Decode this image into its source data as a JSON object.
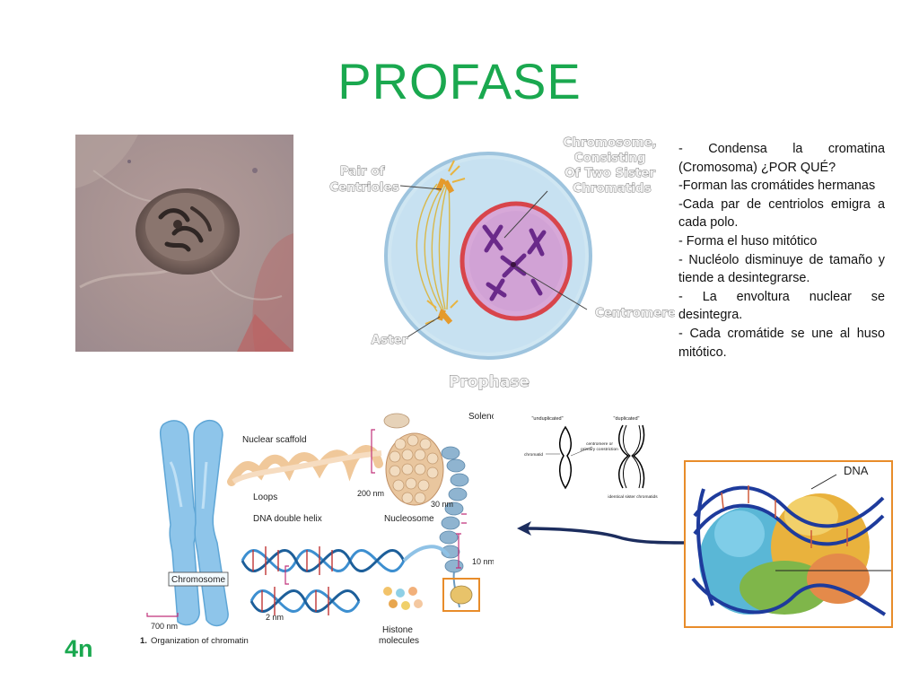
{
  "slide": {
    "title": "PROFASE",
    "ploidy": "4n"
  },
  "diagram": {
    "label_chromosome": [
      "Chromosome,",
      "Consisting",
      "Of Two Sister",
      "Chromatids"
    ],
    "label_centrioles": [
      "Pair of",
      "Centrioles"
    ],
    "label_centromere": "Centromere",
    "label_aster": "Aster",
    "caption": "Prophase"
  },
  "notes": [
    "- Condensa la cromatina (Cromosoma) ¿POR QUÉ?",
    "-Forman las cromátides hermanas",
    "-Cada par de centriolos emigra a cada polo.",
    "- Forma el huso mitótico",
    "- Nucléolo disminuye de tamaño y tiende a desintegrarse.",
    "- La envoltura nuclear se desintegra.",
    "- Cada cromátide se une al huso mitótico."
  ],
  "chromatin_figure": {
    "solenoid": "Solenoid",
    "nuclear_scaffold": "Nuclear scaffold",
    "loops": "Loops",
    "size_200nm": "200 nm",
    "size_30nm": "30 nm",
    "dna_double_helix": "DNA double helix",
    "nucleosome": "Nucleosome",
    "size_10nm": "10 nm",
    "chromosome": "Chromosome",
    "size_2nm": "2 nm",
    "histone_1": "Histone",
    "histone_2": "molecules",
    "size_700nm": "700 nm",
    "caption_num": "1.",
    "caption": "Organization of chromatin"
  },
  "chromatid_schema": {
    "unduplicated": "\"unduplicated\"",
    "duplicated": "\"duplicated\"",
    "chromatid": "chromatid",
    "centromere_1": "centromere or",
    "centromere_2": "primary constriction",
    "identical": "identical sister chromatids"
  },
  "dna_model": {
    "label": "DNA"
  },
  "colors": {
    "title": "#1aa84f",
    "frame_orange": "#e88c2a",
    "arrow": "#1c2d5e"
  }
}
